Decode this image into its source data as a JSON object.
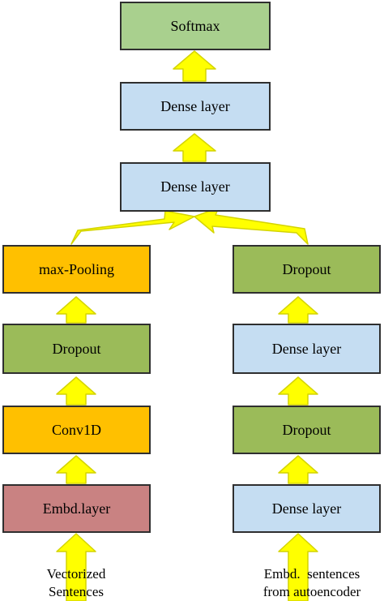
{
  "colors": {
    "green": "#9bbb59",
    "green_light": "#a9d08e",
    "blue": "#c5ddf2",
    "orange": "#ffc000",
    "red": "#c98282",
    "arrow_fill": "#ffff00",
    "arrow_stroke": "#d4d400"
  },
  "nodes": {
    "softmax": "Softmax",
    "dense_top": "Dense layer",
    "dense_merge": "Dense layer",
    "left_maxpool": "max-Pooling",
    "left_dropout": "Dropout",
    "left_conv": "Conv1D",
    "left_embd": "Embd.layer",
    "right_dropout_top": "Dropout",
    "right_dense_mid": "Dense layer",
    "right_dropout_low": "Dropout",
    "right_dense_low": "Dense layer"
  },
  "captions": {
    "left_line1": "Vectorized",
    "left_line2": "Sentences",
    "right_line1": "Embd.  sentences",
    "right_line2": "from autoencoder"
  }
}
